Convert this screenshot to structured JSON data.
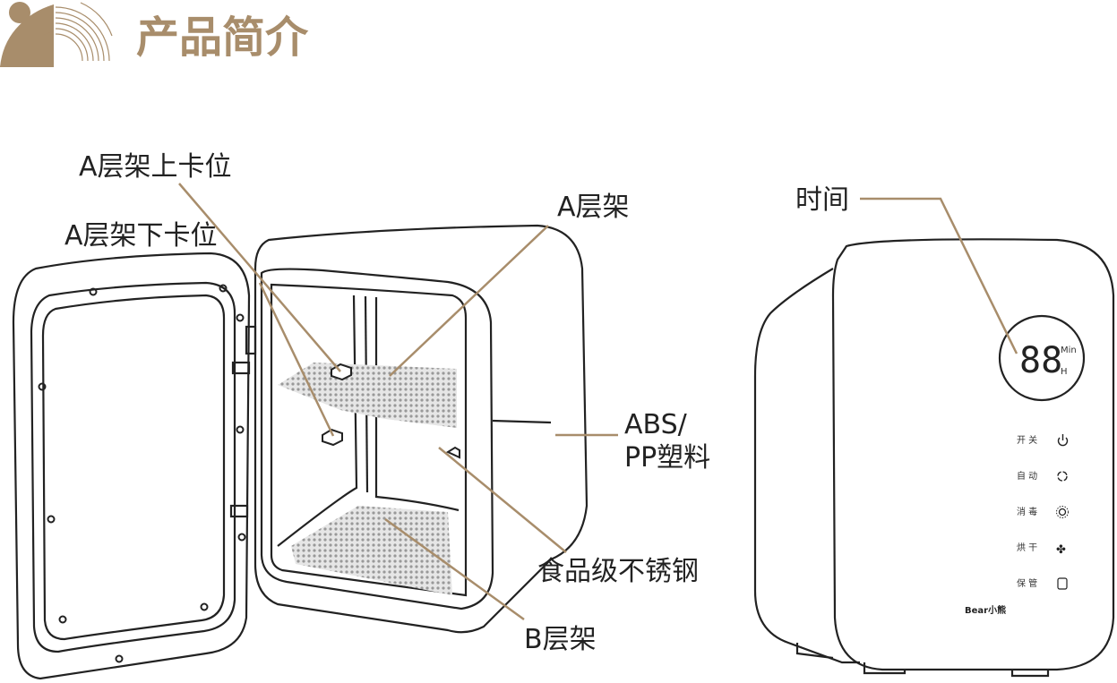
{
  "header": {
    "title": "产品简介"
  },
  "colors": {
    "accent": "#a88d6b",
    "outline": "#222222"
  },
  "labels": {
    "a_upper_slot": "A层架上卡位",
    "a_lower_slot": "A层架下卡位",
    "a_shelf": "A层架",
    "abs_line1": "ABS/",
    "abs_line2": "PP塑料",
    "stainless": "食品级不锈钢",
    "b_shelf": "B层架",
    "time": "时间"
  },
  "panel": {
    "display": "88",
    "unit_min": "Min",
    "unit_h": "H",
    "buttons": [
      {
        "label": "开 关",
        "icon": "power-icon"
      },
      {
        "label": "自 动",
        "icon": "auto-cycle-icon"
      },
      {
        "label": "消 毒",
        "icon": "sterilize-icon"
      },
      {
        "label": "烘 干",
        "icon": "fan-icon"
      },
      {
        "label": "保 管",
        "icon": "storage-icon"
      }
    ],
    "brand": "Bear小熊"
  }
}
